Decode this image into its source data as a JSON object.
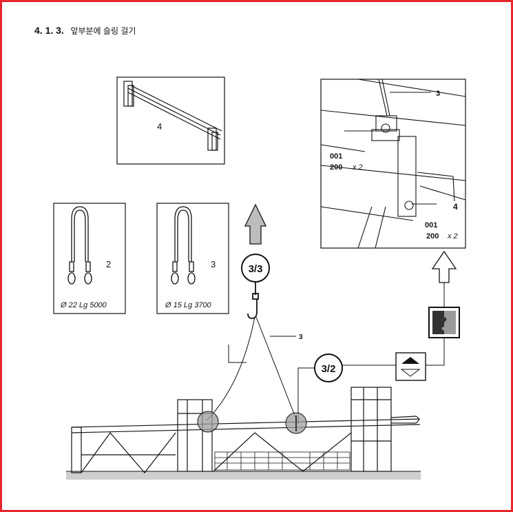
{
  "heading": {
    "number": "4. 1. 3.",
    "title": "앞부분에 슬링 걸기"
  },
  "panel_beam": {
    "label": "4"
  },
  "panel_sling_2": {
    "label": "2",
    "caption": "Ø 22  Lg 5000"
  },
  "panel_sling_3": {
    "label": "3",
    "caption": "Ø 15  Lg 3700"
  },
  "detail": {
    "label_cable": "3",
    "label_beam": "4",
    "bolt_top_code": "001",
    "bolt_top_qty": "200",
    "bolt_top_mult": "x 2",
    "bolt_bottom_code": "001",
    "bolt_bottom_qty": "200",
    "bolt_bottom_mult": "x 2"
  },
  "steps": {
    "step_3_3": "3/3",
    "step_3_2": "3/2"
  },
  "main": {
    "sling_label": "3"
  },
  "colors": {
    "border": "#e8262c",
    "ink": "#111111",
    "arrow_fill": "#bdbdbd",
    "ground": "#cfcfcf"
  },
  "icons": [
    "lift-arrow-icon",
    "crane-hook-icon",
    "raise-lower-button-icon",
    "jigsaw-assembly-icon"
  ]
}
